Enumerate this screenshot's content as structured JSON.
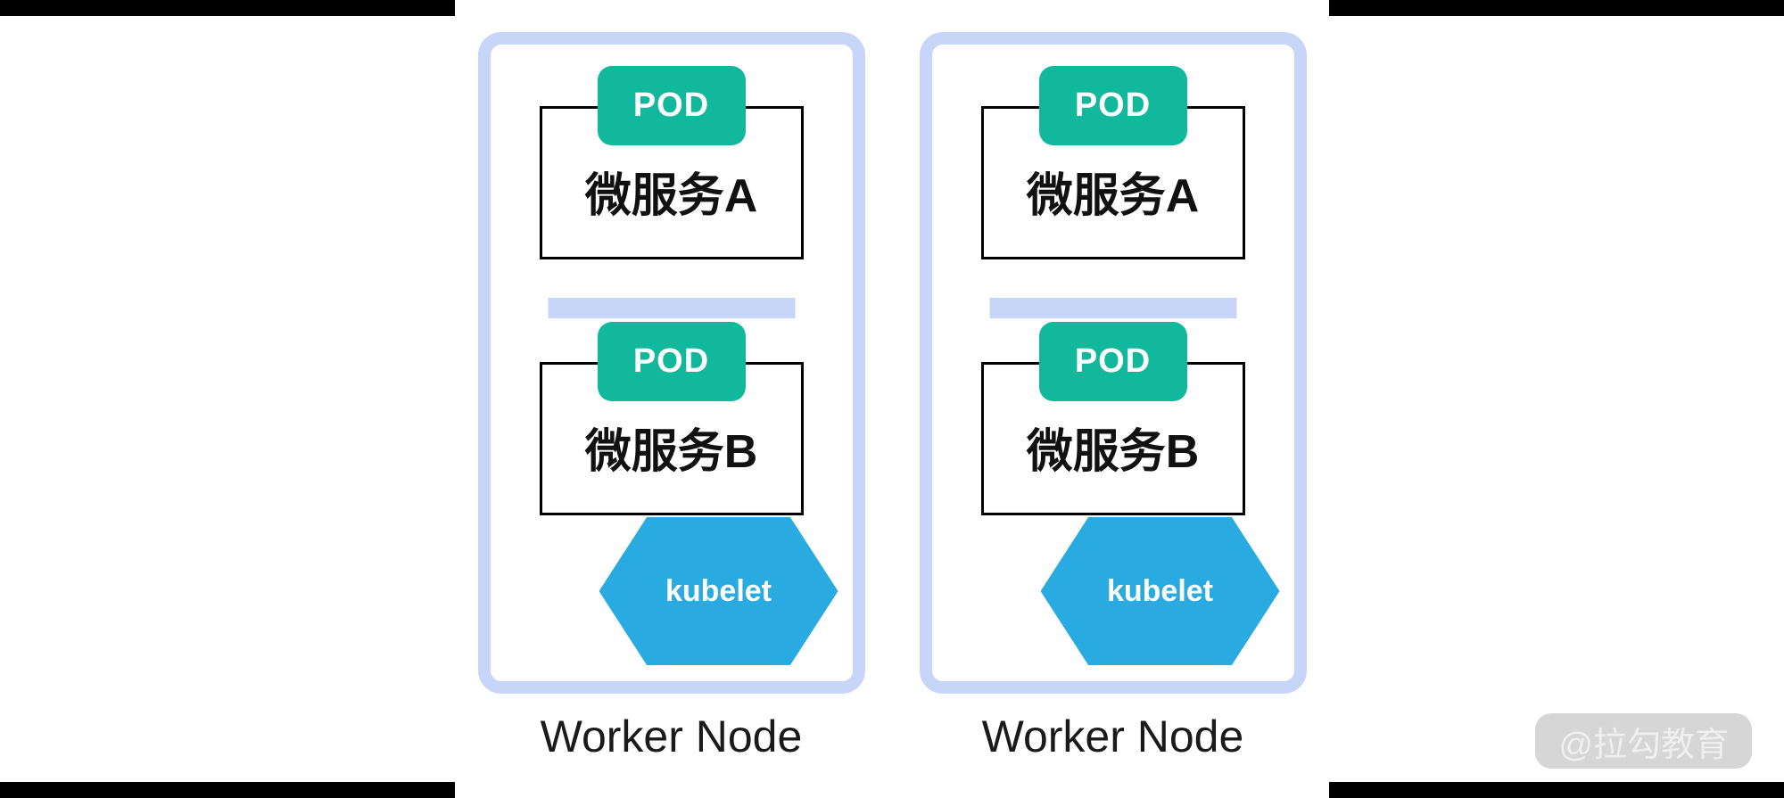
{
  "colors": {
    "letterbox": "#000000",
    "node_border": "#c7d6f8",
    "divider": "#c7d6f8",
    "pod_badge_bg": "#12b89b",
    "pod_badge_text": "#ffffff",
    "service_box_border": "#000000",
    "service_text": "#111111",
    "kubelet_bg": "#29abe2",
    "kubelet_text": "#ffffff",
    "node_label_text": "#1a1a1a",
    "watermark_bg": "#d6d6d6",
    "watermark_text": "#efefef"
  },
  "nodes": [
    {
      "label": "Worker Node",
      "pods": [
        {
          "badge": "POD",
          "service": "微服务A"
        },
        {
          "badge": "POD",
          "service": "微服务B"
        }
      ],
      "kubelet_label": "kubelet"
    },
    {
      "label": "Worker Node",
      "pods": [
        {
          "badge": "POD",
          "service": "微服务A"
        },
        {
          "badge": "POD",
          "service": "微服务B"
        }
      ],
      "kubelet_label": "kubelet"
    }
  ],
  "watermark": {
    "text": "@拉勾教育"
  }
}
